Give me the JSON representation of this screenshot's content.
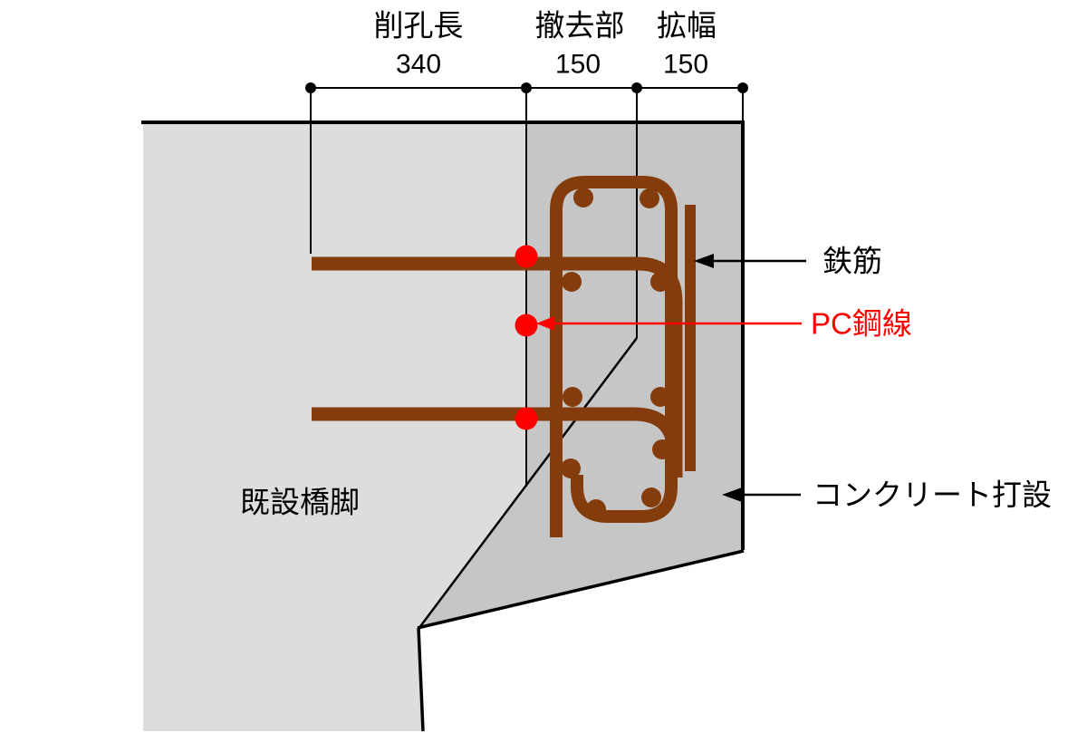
{
  "colors": {
    "pier_fill": "#DDDDDD",
    "concrete_fill": "#C6C6C6",
    "rebar_brown": "#843C0C",
    "accent_red": "#FF0000",
    "line_black": "#000000"
  },
  "dimensions": {
    "segments": [
      {
        "label": "削孔長",
        "value": "340"
      },
      {
        "label": "撤去部",
        "value": "150"
      },
      {
        "label": "拡幅",
        "value": "150"
      }
    ]
  },
  "labels": {
    "rebar": "鉄筋",
    "pc_wire": "PC鋼線",
    "concrete_pour": "コンクリート打設",
    "existing_pier": "既設橋脚"
  }
}
